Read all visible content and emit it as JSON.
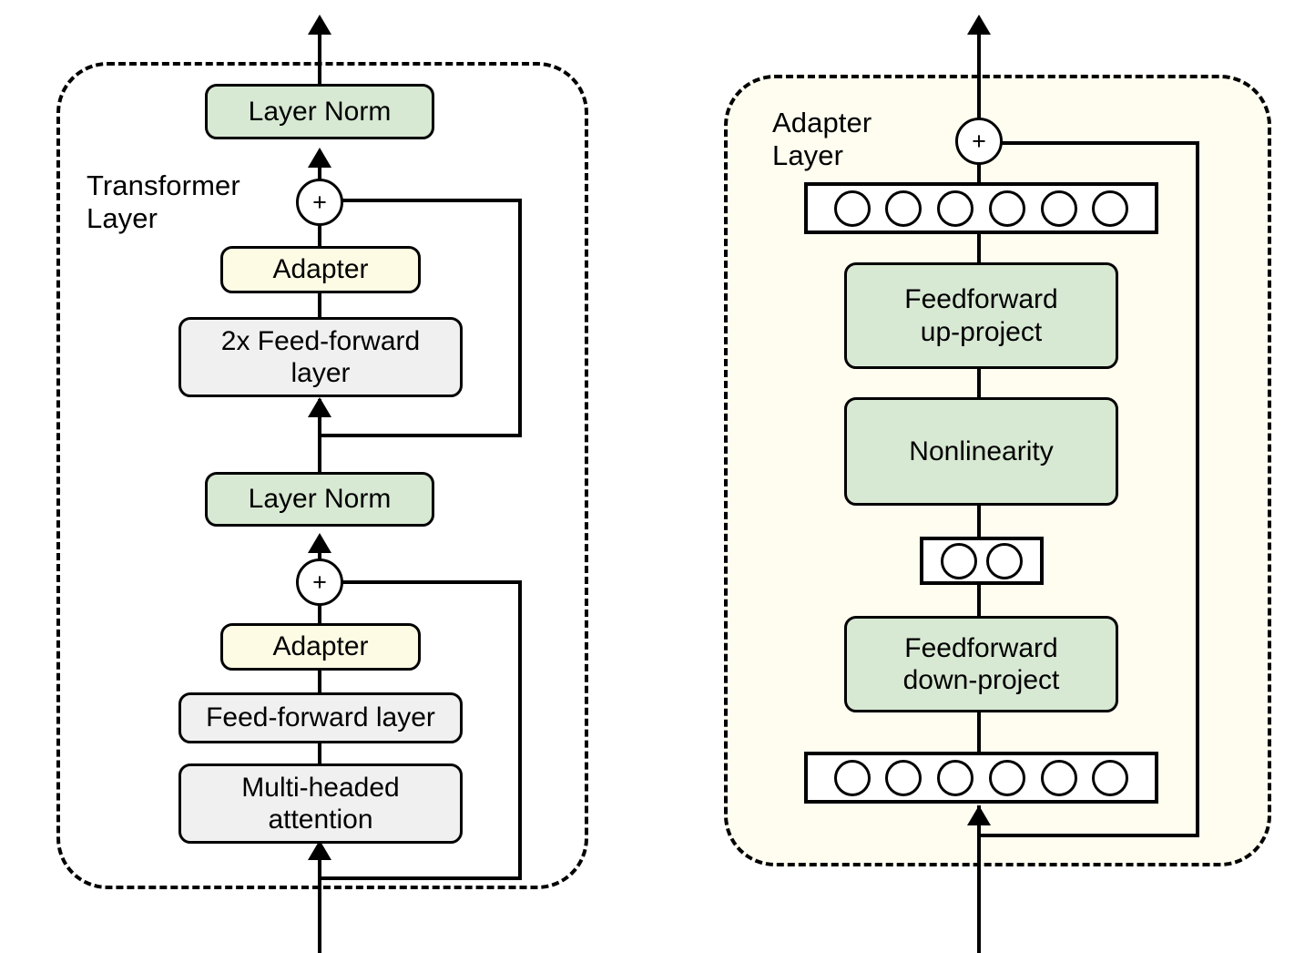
{
  "figure": {
    "title": "Transformer layer with adapters and adapter layer internals",
    "colors": {
      "green_fill": "#d7e8d3",
      "grey_fill": "#f0f0f0",
      "cream_fill": "#fdfbe4",
      "adapter_container_fill": "#fffdf0",
      "stroke": "#000000",
      "page_background": "#ffffff"
    }
  },
  "left_panel": {
    "container_label": "Transformer\nLayer",
    "nodes": {
      "layer_norm_top": "Layer Norm",
      "adapter_top": "Adapter",
      "feed_forward_2x": "2x Feed-forward\nlayer",
      "layer_norm_mid": "Layer Norm",
      "adapter_bottom": "Adapter",
      "feed_forward_layer": "Feed-forward layer",
      "multi_headed_attention": "Multi-headed\nattention"
    },
    "operators": {
      "add_top": "+",
      "add_bottom": "+"
    }
  },
  "right_panel": {
    "container_label": "Adapter\nLayer",
    "nodes": {
      "feedforward_up_project": "Feedforward\nup-project",
      "nonlinearity": "Nonlinearity",
      "feedforward_down_project": "Feedforward\ndown-project"
    },
    "operators": {
      "add_top": "+"
    },
    "neuron_rows": {
      "output_row_count": 6,
      "bottleneck_row_count": 2,
      "input_row_count": 6
    }
  }
}
